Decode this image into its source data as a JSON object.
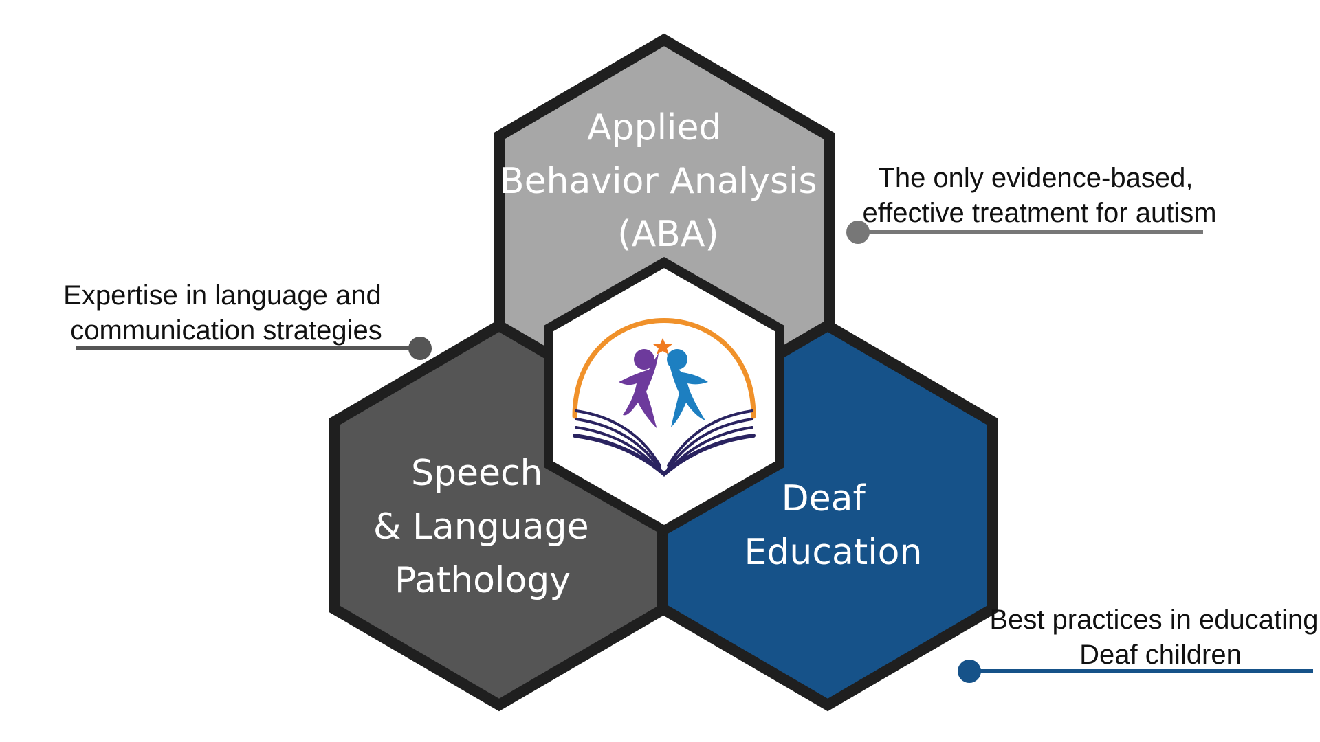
{
  "hexagons": {
    "aba": {
      "lines": [
        "Applied",
        "Behavior Analysis",
        "(ABA)"
      ],
      "color": "#a7a7a7"
    },
    "slp": {
      "lines": [
        "Speech",
        "& Language",
        "Pathology"
      ],
      "color": "#555555"
    },
    "deaf": {
      "lines": [
        "Deaf",
        "Education"
      ],
      "color": "#165289"
    },
    "center": {
      "color": "#ffffff"
    }
  },
  "border_color": "#1f1f1f",
  "callouts": {
    "aba": {
      "lines": [
        "The only evidence-based,",
        "effective treatment for autism"
      ],
      "color": "#777777"
    },
    "slp": {
      "lines": [
        "Expertise in language and",
        "communication strategies"
      ],
      "color": "#555555"
    },
    "deaf": {
      "lines": [
        "Best practices in educating",
        "Deaf children"
      ],
      "color": "#165289"
    }
  },
  "logo": {
    "arc_color": "#f0912a",
    "figure_left_color": "#6d3a9c",
    "figure_right_color": "#1d7fc1",
    "star_color": "#f07a1f",
    "book_color": "#2a2360"
  }
}
